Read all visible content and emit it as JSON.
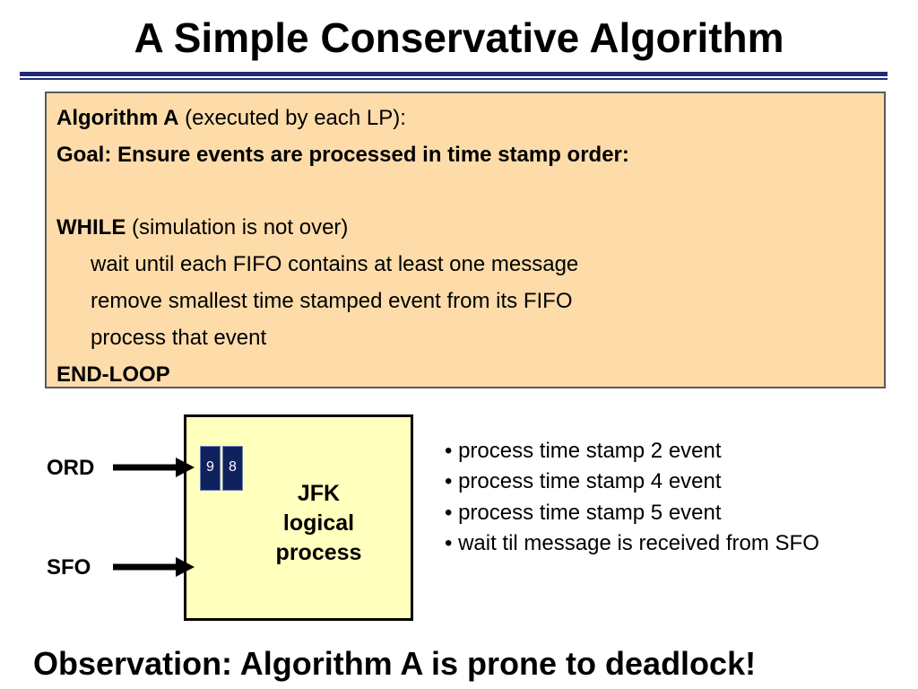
{
  "title": "A Simple Conservative Algorithm",
  "algorithm": {
    "line1_bold": "Algorithm A",
    "line1_rest": " (executed by each LP):",
    "goal": "Goal: Ensure events are processed in time stamp order:",
    "while_bold": "WHILE",
    "while_rest": " (simulation is not over)",
    "step1": "wait until each FIFO contains at least one message",
    "step2": "remove smallest time stamped event from its FIFO",
    "step3": "process that event",
    "end": "END-LOOP"
  },
  "diagram": {
    "inputs": [
      "ORD",
      "SFO"
    ],
    "fifo": [
      "9",
      "8"
    ],
    "lp_label": [
      "JFK",
      "logical",
      "process"
    ]
  },
  "bullets": [
    "• process time stamp 2 event",
    "• process time stamp 4 event",
    "• process time stamp 5 event",
    "• wait til message is received from SFO"
  ],
  "observation": "Observation: Algorithm A is prone to deadlock!",
  "colors": {
    "rule": "#1e2a78",
    "algo_box_bg": "#fddcaa",
    "lp_box_bg": "#ffffbe",
    "fifo_cell_bg": "#10225e"
  }
}
